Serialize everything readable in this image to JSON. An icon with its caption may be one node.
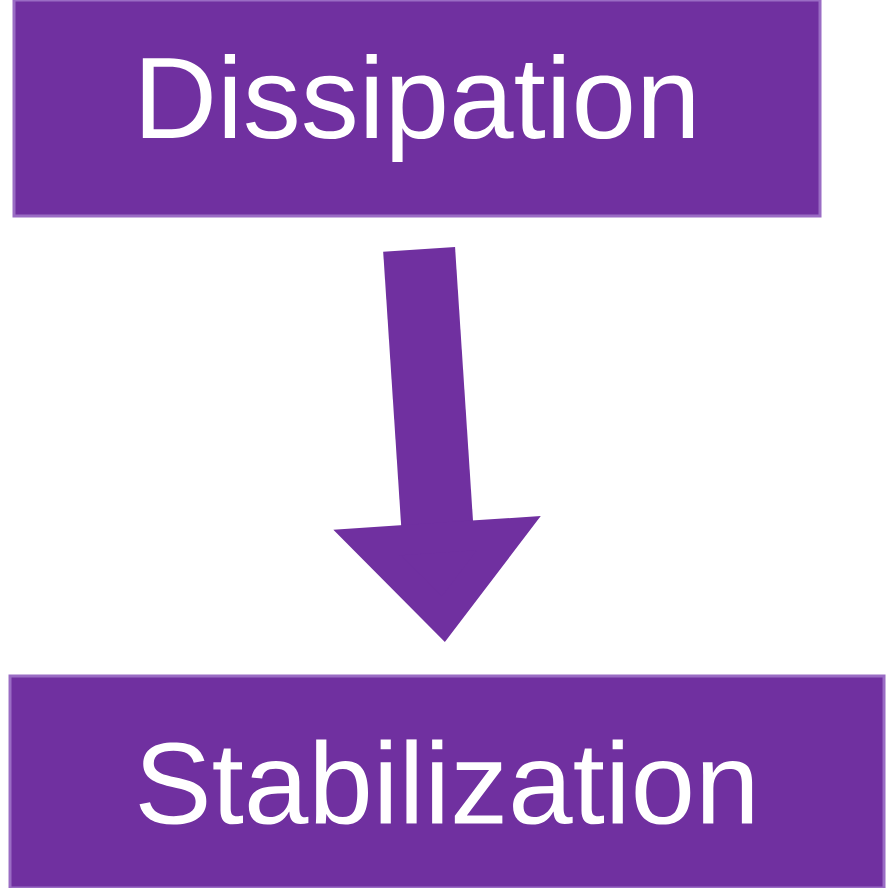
{
  "diagram": {
    "nodes": [
      {
        "text": [
          "Dissipation"
        ]
      },
      {
        "text": [
          "Stabilization"
        ]
      }
    ],
    "edges": [
      {
        "from": 0,
        "to": 1,
        "arrow": "to"
      }
    ]
  }
}
